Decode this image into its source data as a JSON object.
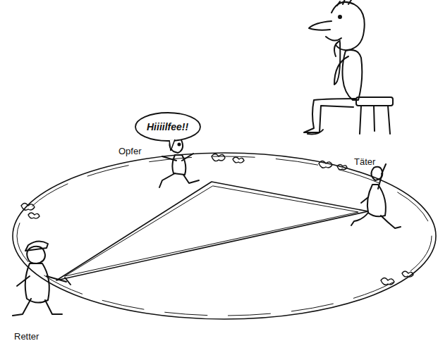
{
  "diagram": {
    "nodes": [
      {
        "text": [
          "Hiiiilfee!!"
        ]
      }
    ],
    "labels": [
      "Opfer",
      "Täter",
      "Retter"
    ]
  }
}
